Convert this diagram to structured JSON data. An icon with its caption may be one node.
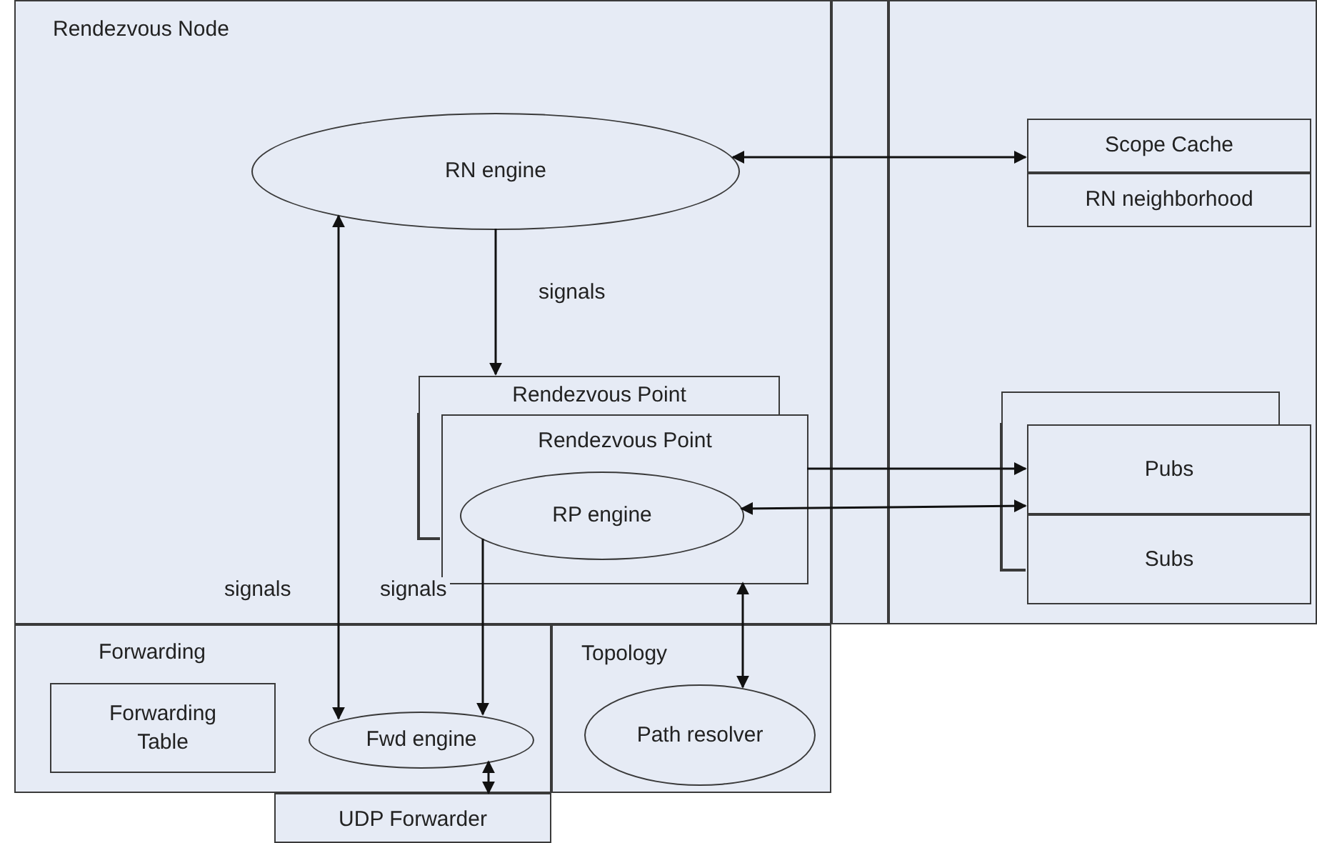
{
  "diagram": {
    "nodes": [
      {
        "text": [
          "Rendezvous Node"
        ]
      },
      {
        "text": [
          "RN engine"
        ],
        "in": 0
      },
      {
        "text": [
          "Rendezvous Point"
        ],
        "in": 0
      },
      {
        "text": [
          "Rendezvous Point"
        ],
        "in": 0
      },
      {
        "text": [
          "RP engine"
        ],
        "in": 3
      },
      {
        "text": [],
        "shape": "box"
      },
      {
        "text": [
          "Scope Cache"
        ],
        "in": 5
      },
      {
        "text": [
          "RN neighborhood"
        ],
        "in": 5
      },
      {
        "text": [],
        "shape": "box",
        "in": 5
      },
      {
        "text": [
          "Pubs"
        ],
        "in": 5
      },
      {
        "text": [
          "Subs"
        ],
        "in": 5
      },
      {
        "text": [
          "Forwarding"
        ]
      },
      {
        "text": [
          "Forwarding Table"
        ],
        "in": 11
      },
      {
        "text": [
          "Fwd engine"
        ],
        "in": 11
      },
      {
        "text": [
          "Topology"
        ]
      },
      {
        "text": [
          "Path resolver"
        ],
        "in": 14
      },
      {
        "text": [
          "UDP Forwarder"
        ]
      }
    ],
    "edges": [
      {
        "from": 1,
        "to": 6,
        "arrow": "both"
      },
      {
        "from": 1,
        "to": 2,
        "arrow": "to",
        "label": "signals"
      },
      {
        "from": 1,
        "to": 13,
        "arrow": "both",
        "label": "signals"
      },
      {
        "from": 4,
        "to": 13,
        "arrow": "to",
        "label": "signals"
      },
      {
        "from": 3,
        "to": 9,
        "arrow": "to"
      },
      {
        "from": 4,
        "to": 9,
        "arrow": "both"
      },
      {
        "from": 3,
        "to": 15,
        "arrow": "both"
      },
      {
        "from": 13,
        "to": 16,
        "arrow": "both"
      }
    ]
  }
}
